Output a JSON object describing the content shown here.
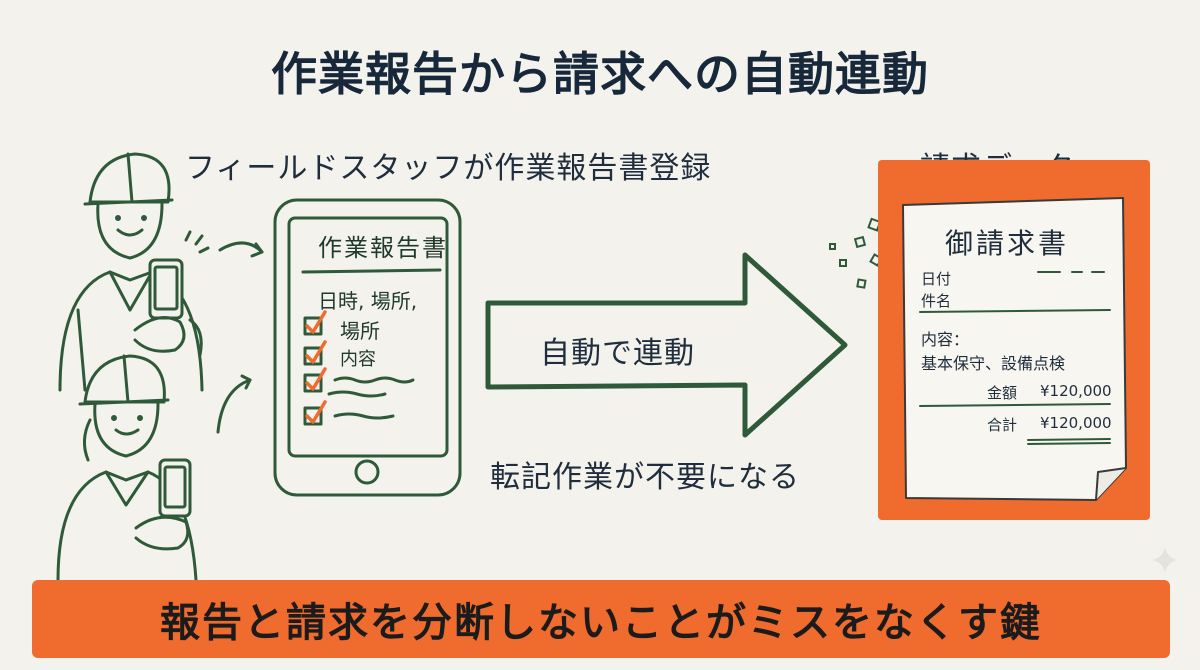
{
  "title": "作業報告から請求への自動連動",
  "subtitle": "フィールドスタッフが作業報告書登録",
  "phone": {
    "title": "作業報告書",
    "line1": "日時, 場所,",
    "check1": "場所",
    "check2": "内容"
  },
  "arrow": {
    "label": "自動で連動"
  },
  "no_transcription": "転記作業が不要になる",
  "invoice": {
    "heading": "請求データ",
    "title": "御請求書",
    "date_label": "日付",
    "name_label": "件名",
    "content_label": "内容：",
    "content_value": "基本保守、設備点検",
    "amount_label": "金額",
    "amount_value": "¥120,000",
    "total_label": "合計",
    "total_value": "¥120,000"
  },
  "banner": {
    "text": "報告と請求を分断しないことがミスをなくす鍵"
  },
  "colors": {
    "accent_orange": "#ef6b2e",
    "line_green": "#2f5a3a",
    "text_navy": "#17283a",
    "background": "#f3f2ec"
  }
}
